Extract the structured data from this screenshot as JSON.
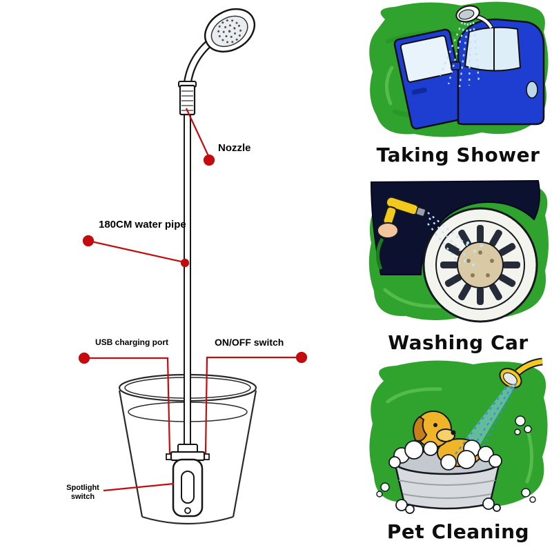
{
  "colors": {
    "accent_red": "#c40b0e",
    "splash_green": "#2fa32e",
    "car_blue": "#1d3ed0",
    "tool_yellow": "#f2c91d",
    "dog_yellow": "#f0b429"
  },
  "diagram": {
    "labels": {
      "nozzle": "Nozzle",
      "water_pipe": "180CM water pipe",
      "usb_port": "USB charging port",
      "on_off": "ON/OFF switch",
      "spotlight_line1": "Spotlight",
      "spotlight_line2": "switch"
    }
  },
  "use_cases": [
    {
      "caption": "Taking Shower"
    },
    {
      "caption": "Washing Car"
    },
    {
      "caption": "Pet Cleaning"
    }
  ]
}
